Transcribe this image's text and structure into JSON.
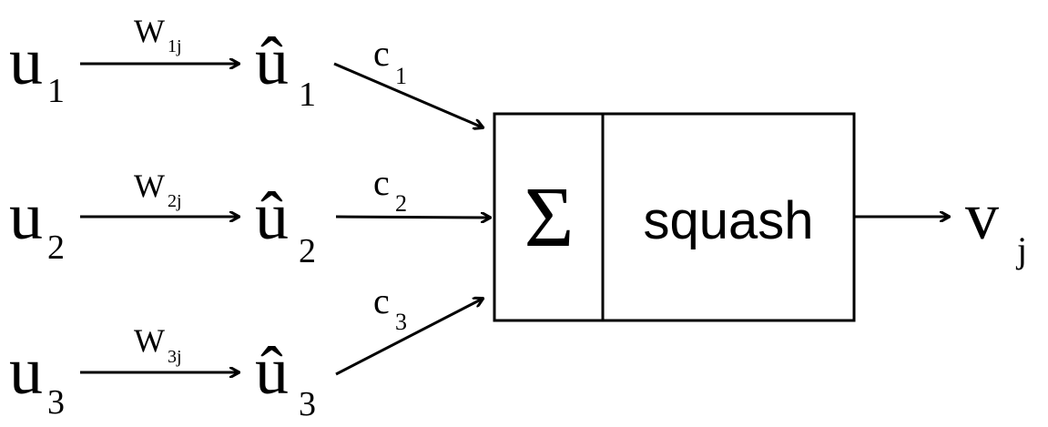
{
  "inputs": [
    {
      "var": "u",
      "index": "1",
      "weight": "W",
      "weight_sub": "1j",
      "hat": "û",
      "hat_sub": "1",
      "coeff": "c",
      "coeff_sub": "1"
    },
    {
      "var": "u",
      "index": "2",
      "weight": "W",
      "weight_sub": "2j",
      "hat": "û",
      "hat_sub": "2",
      "coeff": "c",
      "coeff_sub": "2"
    },
    {
      "var": "u",
      "index": "3",
      "weight": "W",
      "weight_sub": "3j",
      "hat": "û",
      "hat_sub": "3",
      "coeff": "c",
      "coeff_sub": "3"
    }
  ],
  "block": {
    "sum_symbol": "Σ",
    "activation_label": "squash"
  },
  "output": {
    "var": "v",
    "sub": "j"
  },
  "colors": {
    "stroke": "#000000",
    "background": "#ffffff"
  }
}
